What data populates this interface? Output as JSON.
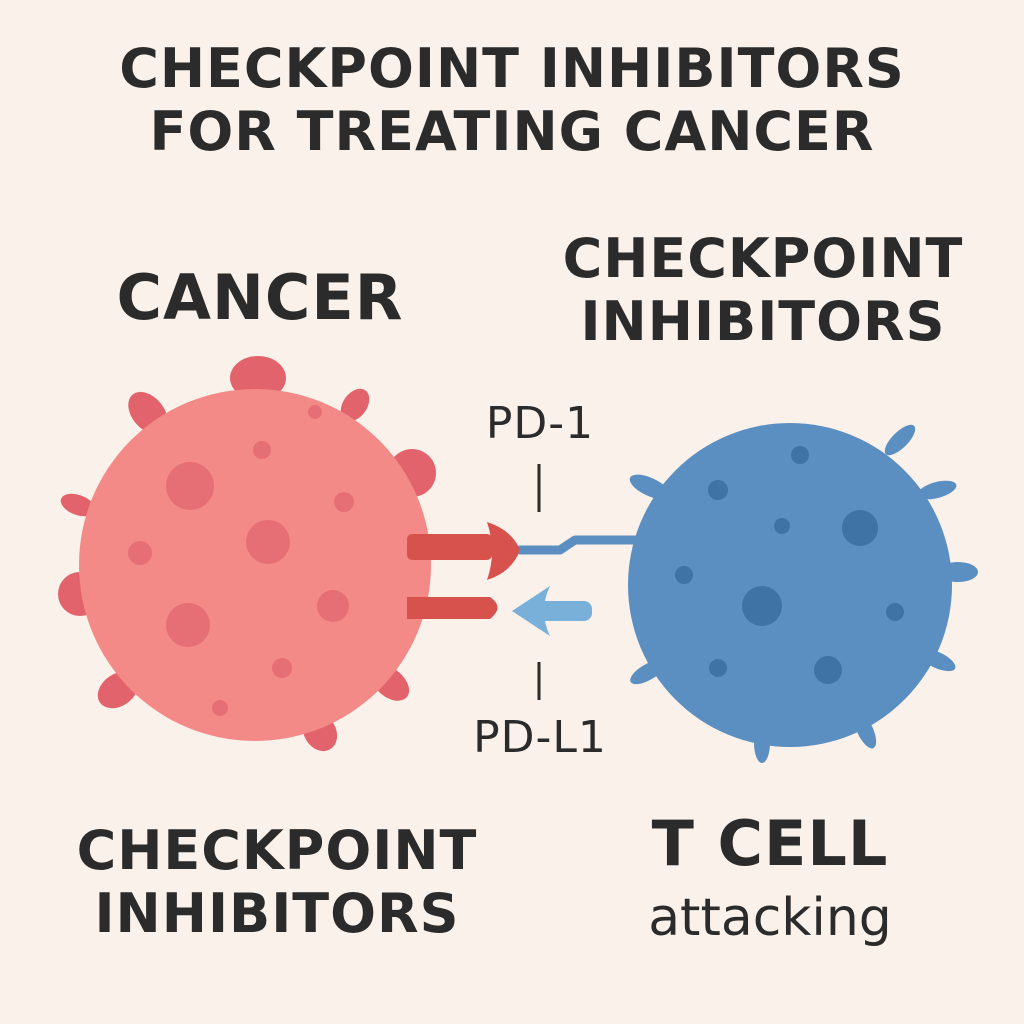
{
  "title": {
    "line1": "CHECKPOINT INHIBITORS",
    "line2": "FOR TREATING CANCER"
  },
  "cancer_cell": {
    "label": "CANCER",
    "color": "#f48a88",
    "spike_color": "#e2636b",
    "spot_color": "#e56f75"
  },
  "t_cell": {
    "label": "T CELL",
    "sublabel": "attacking",
    "color": "#5b8fc2",
    "spike_color": "#5b8fc2",
    "spot_color": "#3f73a6"
  },
  "checkpoint_inhibitors_right": {
    "line1": "CHECKPOINT",
    "line2": "INHIBITORS"
  },
  "checkpoint_inhibitors_left": {
    "line1": "CHECKPOINT",
    "line2": "INHIBITORS"
  },
  "receptors": {
    "pd1_label": "PD-1",
    "pdl1_label": "PD-L1"
  },
  "colors": {
    "background": "#f9f1ea",
    "red_arrow": "#d8524d",
    "blue_arrow": "#78b0da",
    "text": "#2b2b2b"
  }
}
